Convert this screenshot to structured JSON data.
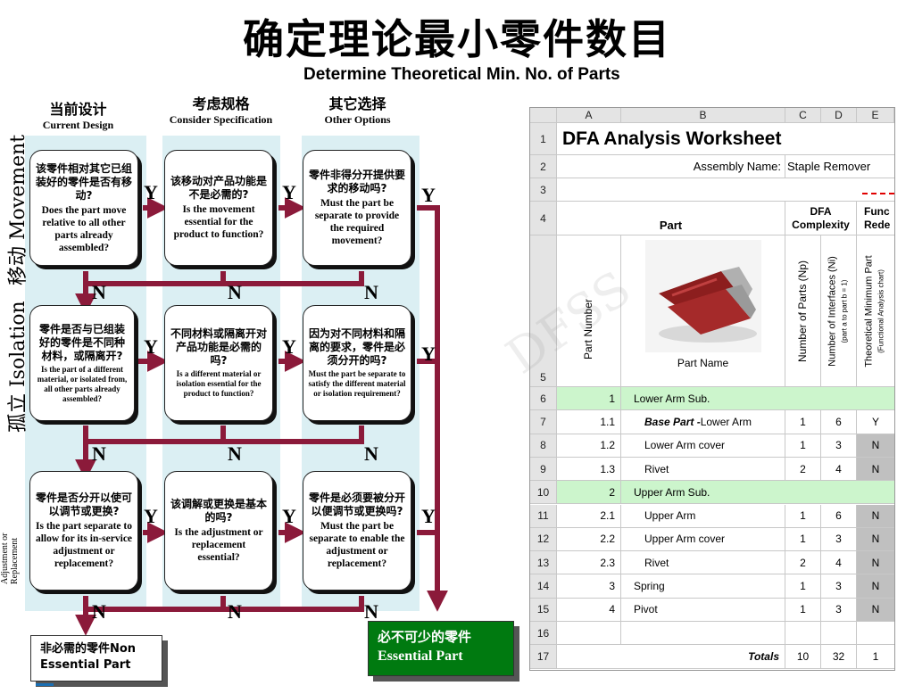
{
  "title": "确定理论最小零件数目",
  "subtitle": "Determine Theoretical Min. No. of Parts",
  "columns": [
    {
      "zh": "当前设计",
      "en": "Current Design"
    },
    {
      "zh": "考虑规格",
      "en": "Consider Specification"
    },
    {
      "zh": "其它选择",
      "en": "Other Options"
    }
  ],
  "side_labels": {
    "movement": "移动 Movement",
    "isolation": "孤立 Isolation",
    "adjustment": "Adjustment or Replacement"
  },
  "flow_boxes": [
    {
      "zh": "该零件相对其它已组装好的零件是否有移动?",
      "en": "Does the part move relative to all other parts already assembled?"
    },
    {
      "zh": "该移动对产品功能是不是必需的?",
      "en": "Is the movement essential for the product to function?"
    },
    {
      "zh": "零件非得分开提供要求的移动吗?",
      "en": "Must the part be separate to provide the required movement?"
    },
    {
      "zh": "零件是否与已组装好的零件是不同种材料，或隔离开?",
      "en": "Is the part of a different material, or isolated from, all other parts already assembled?"
    },
    {
      "zh": "不同材料或隔离开对产品功能是必需的吗?",
      "en": "Is a different material or isolation essential for the product to function?"
    },
    {
      "zh": "因为对不同材料和隔离的要求，零件是必须分开的吗?",
      "en": "Must the part be separate to satisfy the different material or isolation requirement?"
    },
    {
      "zh": "零件是否分开以使可以调节或更换?",
      "en": "Is the part separate to allow for its in-service adjustment or replacement?"
    },
    {
      "zh": "该调解或更换是基本的吗?",
      "en": "Is the adjustment or replacement essential?"
    },
    {
      "zh": "零件是必须要被分开以便调节或更换吗?",
      "en": "Must the part be separate to enable the adjustment or replacement?"
    }
  ],
  "yes": "Y",
  "no": "N",
  "outcomes": {
    "non_essential": "非必需的零件Non Essential Part",
    "essential_zh": "必不可少的零件",
    "essential_en": "Essential Part"
  },
  "colors": {
    "arrow": "#8b1a3a",
    "panel": "#dbeff3",
    "green": "#007a10",
    "row_green": "#ccf5cc",
    "gray": "#c0c0c0"
  },
  "sheet": {
    "col_letters": [
      "A",
      "B",
      "C",
      "D",
      "E"
    ],
    "title": "DFA Analysis Worksheet",
    "assembly_label": "Assembly Name:",
    "assembly_value": "Staple Remover",
    "part_header": "Part",
    "dfa_header": "DFA Complexity",
    "func_header": "Func Rede",
    "part_number_label": "Part Number",
    "part_name_label": "Part Name",
    "np_label": "Number of Parts (Np)",
    "ni_label": "Number of Interfaces (Ni)",
    "ni_sub": "(part a to part b = 1)",
    "tmp_label": "Theoretical Minimum Part",
    "tmp_sub": "(Functional Analysis chart)",
    "image_alt": "staple-remover-photo",
    "base_part_prefix": "Base Part -",
    "rows": [
      {
        "row": "6",
        "num": "1",
        "name": "Lower Arm Sub.",
        "np": "",
        "ni": "",
        "tmp": "",
        "group": true
      },
      {
        "row": "7",
        "num": "1.1",
        "name": "Lower Arm",
        "np": "1",
        "ni": "6",
        "tmp": "Y",
        "base": true
      },
      {
        "row": "8",
        "num": "1.2",
        "name": "Lower Arm cover",
        "np": "1",
        "ni": "3",
        "tmp": "N"
      },
      {
        "row": "9",
        "num": "1.3",
        "name": "Rivet",
        "np": "2",
        "ni": "4",
        "tmp": "N"
      },
      {
        "row": "10",
        "num": "2",
        "name": "Upper Arm Sub.",
        "np": "",
        "ni": "",
        "tmp": "",
        "group": true
      },
      {
        "row": "11",
        "num": "2.1",
        "name": "Upper Arm",
        "np": "1",
        "ni": "6",
        "tmp": "N"
      },
      {
        "row": "12",
        "num": "2.2",
        "name": "Upper Arm cover",
        "np": "1",
        "ni": "3",
        "tmp": "N"
      },
      {
        "row": "13",
        "num": "2.3",
        "name": "Rivet",
        "np": "2",
        "ni": "4",
        "tmp": "N"
      },
      {
        "row": "14",
        "num": "3",
        "name": "Spring",
        "np": "1",
        "ni": "3",
        "tmp": "N"
      },
      {
        "row": "15",
        "num": "4",
        "name": "Pivot",
        "np": "1",
        "ni": "3",
        "tmp": "N"
      },
      {
        "row": "16",
        "num": "",
        "name": "",
        "np": "",
        "ni": "",
        "tmp": ""
      }
    ],
    "totals": {
      "row": "17",
      "label": "Totals",
      "np": "10",
      "ni": "32",
      "tmp": "1"
    }
  }
}
